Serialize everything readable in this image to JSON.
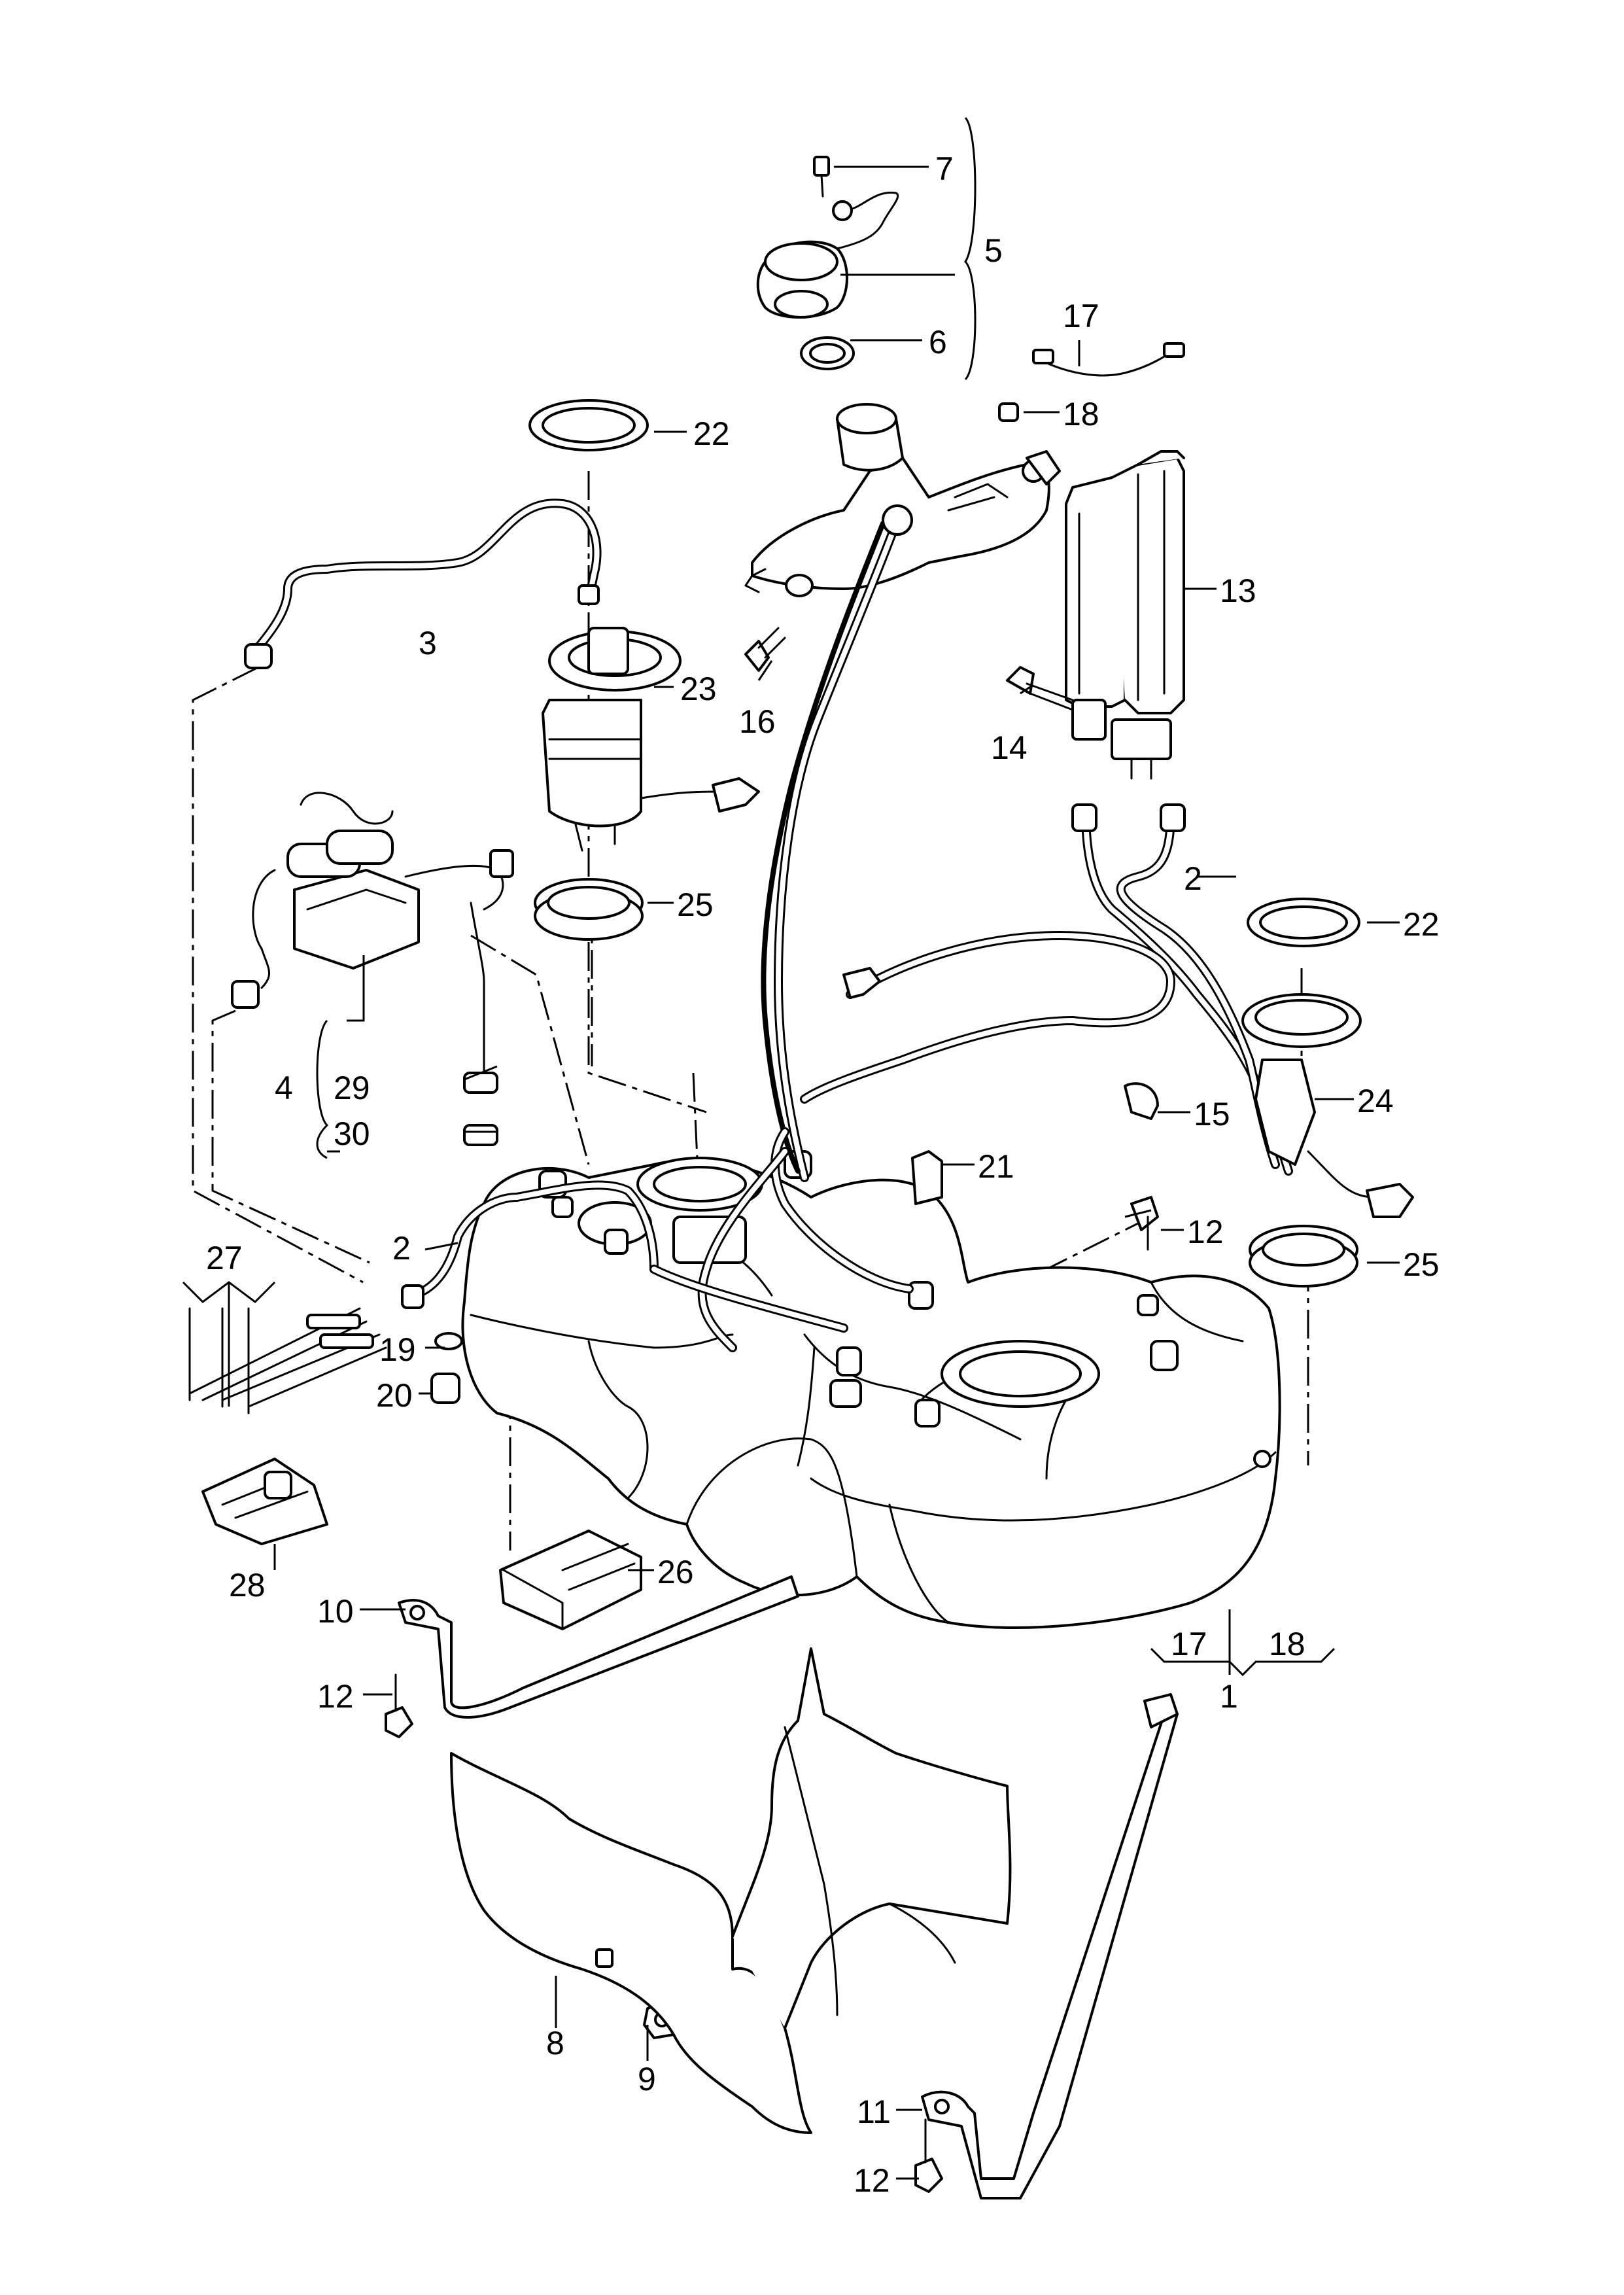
{
  "callouts": {
    "c1": "1",
    "c2a": "2",
    "c2b": "2",
    "c3": "3",
    "c4": "4",
    "c5": "5",
    "c6": "6",
    "c7": "7",
    "c8": "8",
    "c9": "9",
    "c10": "10",
    "c11": "11",
    "c12a": "12",
    "c12b": "12",
    "c12c": "12",
    "c13": "13",
    "c14": "14",
    "c15": "15",
    "c16": "16",
    "c17a": "17",
    "c17b": "17",
    "c18a": "18",
    "c18b": "18",
    "c19": "19",
    "c20": "20",
    "c21": "21",
    "c22a": "22",
    "c22b": "22",
    "c23": "23",
    "c24": "24",
    "c25a": "25",
    "c25b": "25",
    "c26": "26",
    "c27": "27",
    "c28": "28",
    "c29": "29",
    "c30": "30"
  }
}
